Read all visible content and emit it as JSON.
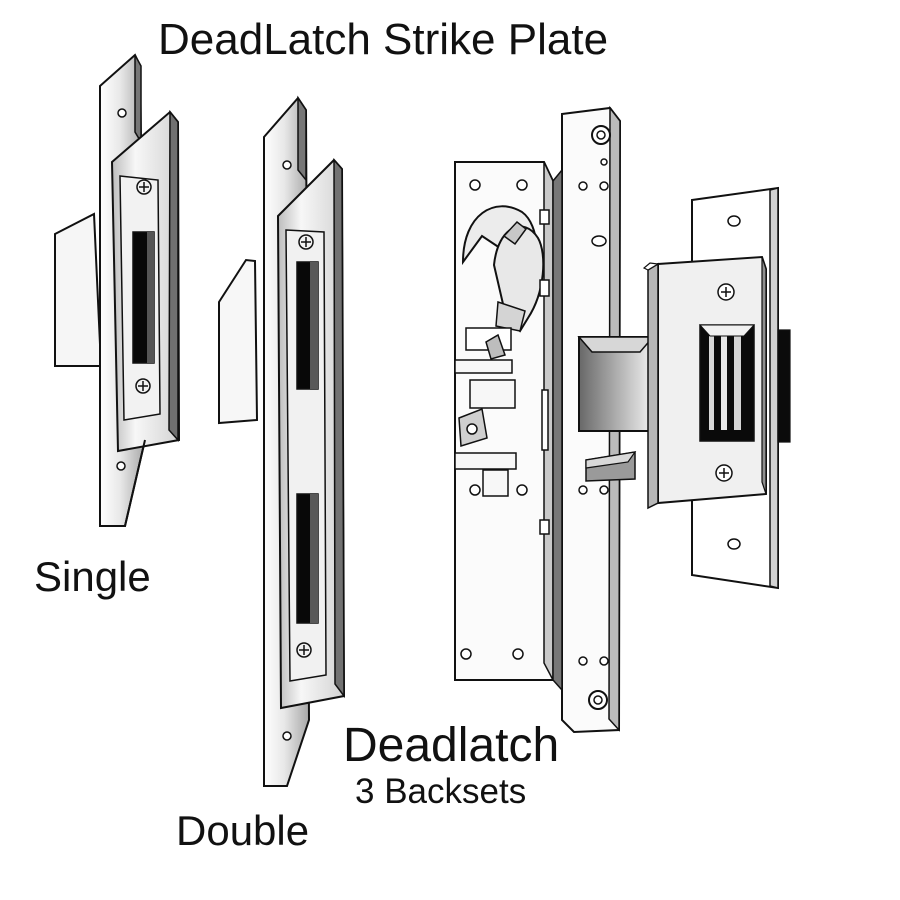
{
  "title": "DeadLatch Strike Plate",
  "labels": {
    "single": "Single",
    "double": "Double",
    "deadlatch": "Deadlatch",
    "backsets": "3 Backsets"
  },
  "colors": {
    "line": "#111111",
    "metal_light": "#f2f2f2",
    "metal_mid": "#d8d8d8",
    "metal_dark": "#9a9a9a",
    "background": "#ffffff"
  },
  "icons": {
    "single_strike": "single-strike-plate-icon",
    "double_strike": "double-strike-plate-icon",
    "deadlatch_body": "deadlatch-body-icon",
    "strike_assembly": "deadlatch-strike-assembly-icon"
  }
}
